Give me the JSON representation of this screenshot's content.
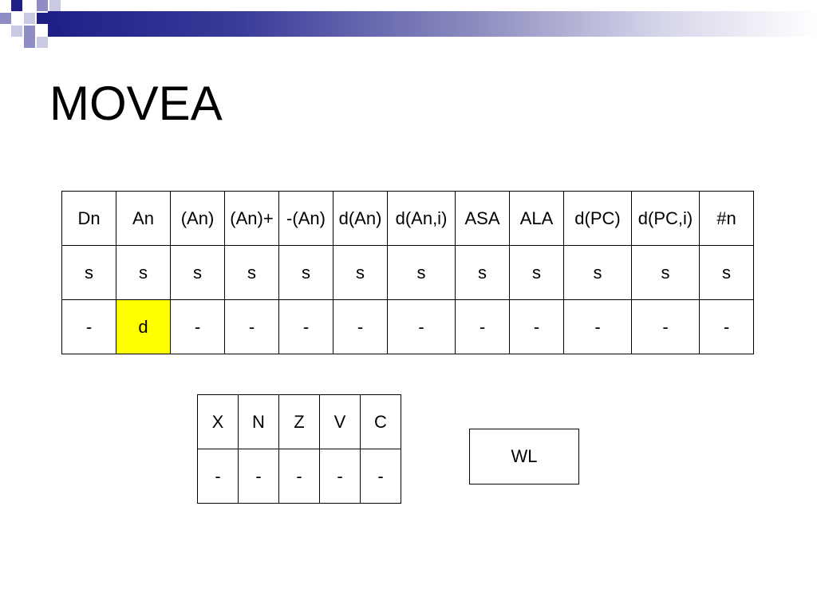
{
  "title": "MOVEA",
  "modes": {
    "headers": [
      "Dn",
      "An",
      "(An)",
      "(An)+",
      "-(An)",
      "d(An)",
      "d(An,i)",
      "ASA",
      "ALA",
      "d(PC)",
      "d(PC,i)",
      "#n"
    ],
    "source_row": [
      "s",
      "s",
      "s",
      "s",
      "s",
      "s",
      "s",
      "s",
      "s",
      "s",
      "s",
      "s"
    ],
    "dest_row": [
      "-",
      "d",
      "-",
      "-",
      "-",
      "-",
      "-",
      "-",
      "-",
      "-",
      "-",
      "-"
    ]
  },
  "flags": {
    "names": [
      "X",
      "N",
      "Z",
      "V",
      "C"
    ],
    "values": [
      "-",
      "-",
      "-",
      "-",
      "-"
    ]
  },
  "size": "WL",
  "colors": {
    "highlight": "#ffff00",
    "header_blue": "#1f1f86"
  }
}
